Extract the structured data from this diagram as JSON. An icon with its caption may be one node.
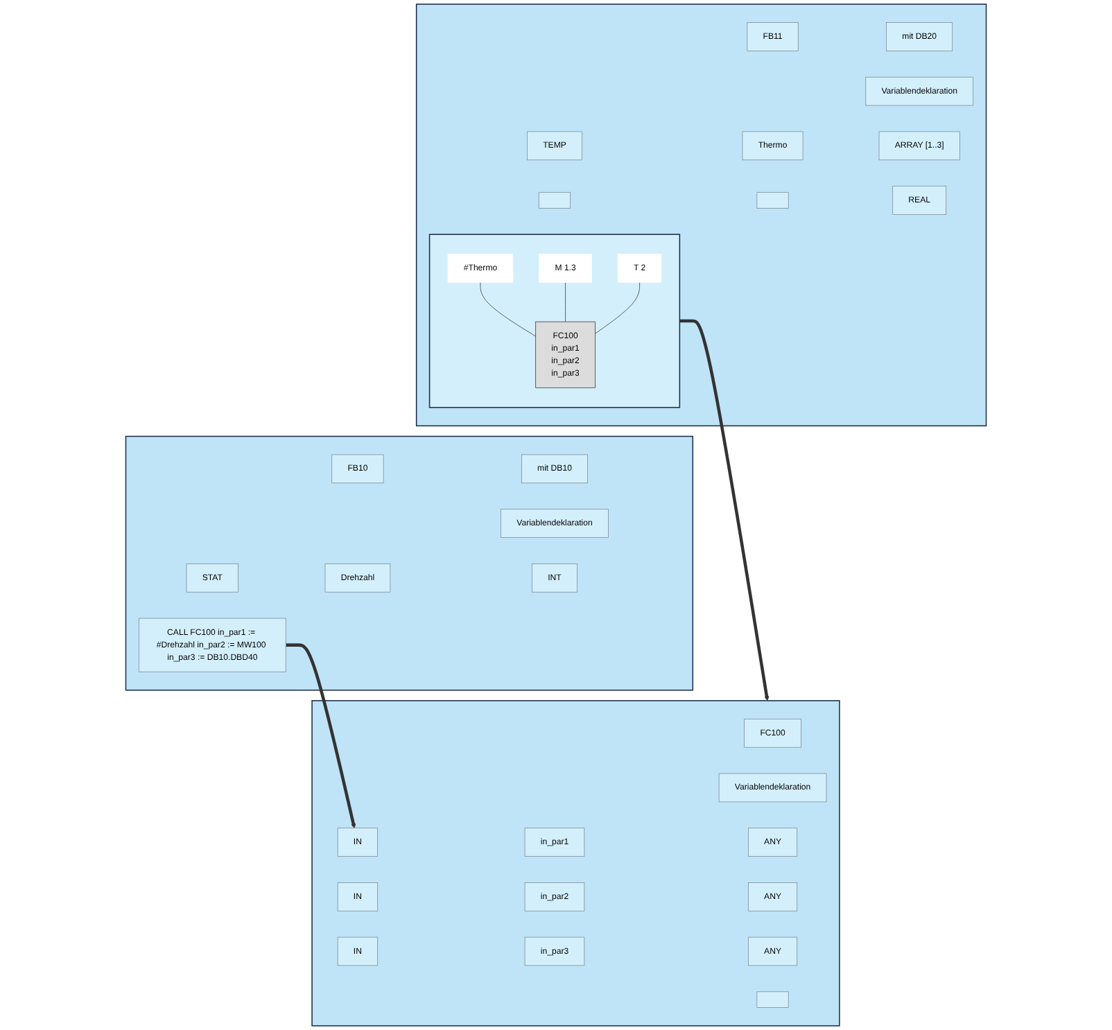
{
  "diagram": {
    "nodes": [
      {
        "text": [],
        "shape": "box"
      },
      {
        "text": [
          "FB10"
        ],
        "in": 0
      },
      {
        "text": [
          "mit DB10"
        ],
        "in": 0
      },
      {
        "text": [
          "Variablendeklaration"
        ],
        "in": 0
      },
      {
        "text": [
          "STAT"
        ],
        "in": 0
      },
      {
        "text": [
          "Drehzahl"
        ],
        "in": 0
      },
      {
        "text": [
          "INT"
        ],
        "in": 0
      },
      {
        "text": [
          "CALL FC100 in_par1 := #Drehzahl in_par2 := MW100 in_par3 := DB10.DBD40"
        ],
        "in": 0
      },
      {
        "text": [],
        "shape": "box"
      },
      {
        "text": [
          "FC100"
        ],
        "in": 8
      },
      {
        "text": [
          "Variablendeklaration"
        ],
        "in": 8
      },
      {
        "text": [
          "IN"
        ],
        "in": 8
      },
      {
        "text": [
          "in_par1"
        ],
        "in": 8
      },
      {
        "text": [
          "ANY"
        ],
        "in": 8
      },
      {
        "text": [
          "IN"
        ],
        "in": 8
      },
      {
        "text": [
          "in_par2"
        ],
        "in": 8
      },
      {
        "text": [
          "ANY"
        ],
        "in": 8
      },
      {
        "text": [
          "IN"
        ],
        "in": 8
      },
      {
        "text": [
          "in_par3"
        ],
        "in": 8
      },
      {
        "text": [
          "ANY"
        ],
        "in": 8
      },
      {
        "text": [],
        "shape": "box",
        "in": 8
      },
      {
        "text": [],
        "shape": "box"
      },
      {
        "text": [
          "FB11"
        ],
        "in": 21
      },
      {
        "text": [
          "mit DB20"
        ],
        "in": 21
      },
      {
        "text": [
          "Variablendeklaration"
        ],
        "in": 21
      },
      {
        "text": [
          "TEMP"
        ],
        "in": 21
      },
      {
        "text": [
          "Thermo"
        ],
        "in": 21
      },
      {
        "text": [
          "ARRAY [1..3]"
        ],
        "in": 21
      },
      {
        "text": [],
        "shape": "box",
        "in": 21
      },
      {
        "text": [],
        "shape": "box",
        "in": 21
      },
      {
        "text": [
          "REAL"
        ],
        "in": 21
      },
      {
        "text": [],
        "shape": "box",
        "in": 21
      },
      {
        "text": [
          "FC100",
          "in_par1",
          "in_par2",
          "in_par3"
        ],
        "in": 31
      },
      {
        "text": [
          "#Thermo"
        ],
        "in": 31
      },
      {
        "text": [
          "M 1.3"
        ],
        "in": 31
      },
      {
        "text": [
          "T 2"
        ],
        "in": 31
      }
    ],
    "edges": [
      {
        "from": 7,
        "to": 11,
        "arrow": "to",
        "style": "thick"
      },
      {
        "from": 31,
        "to": 8,
        "arrow": "to",
        "style": "thick"
      },
      {
        "from": 33,
        "to": 32,
        "arrow": "none"
      },
      {
        "from": 34,
        "to": 32,
        "arrow": "none"
      },
      {
        "from": 35,
        "to": 32,
        "arrow": "none"
      }
    ]
  }
}
